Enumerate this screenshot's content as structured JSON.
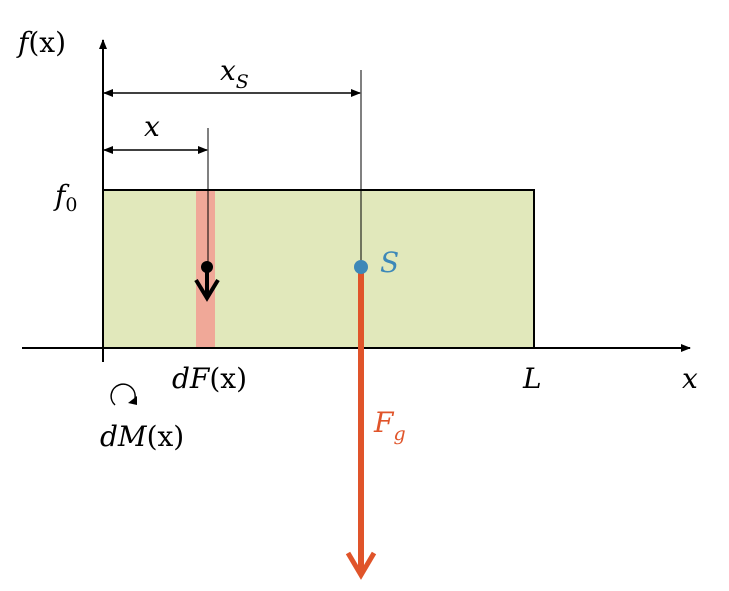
{
  "labels": {
    "y_axis": "f",
    "y_axis_arg": "(x)",
    "x_s": "x",
    "x_s_sub": "S",
    "x_dist": "x",
    "f0": "f",
    "f0_sub": "0",
    "centroid": "S",
    "dF": "dF",
    "dF_arg": "(x)",
    "L": "L",
    "x_axis": "x",
    "dM": "dM",
    "dM_arg": "(x)",
    "Fg": "F",
    "Fg_sub": "g"
  },
  "colors": {
    "load_fill": "#e1e8bb",
    "strip": "#f0a898",
    "centroid": "#3d88b8",
    "force": "#e0542a",
    "ink": "#000000"
  }
}
